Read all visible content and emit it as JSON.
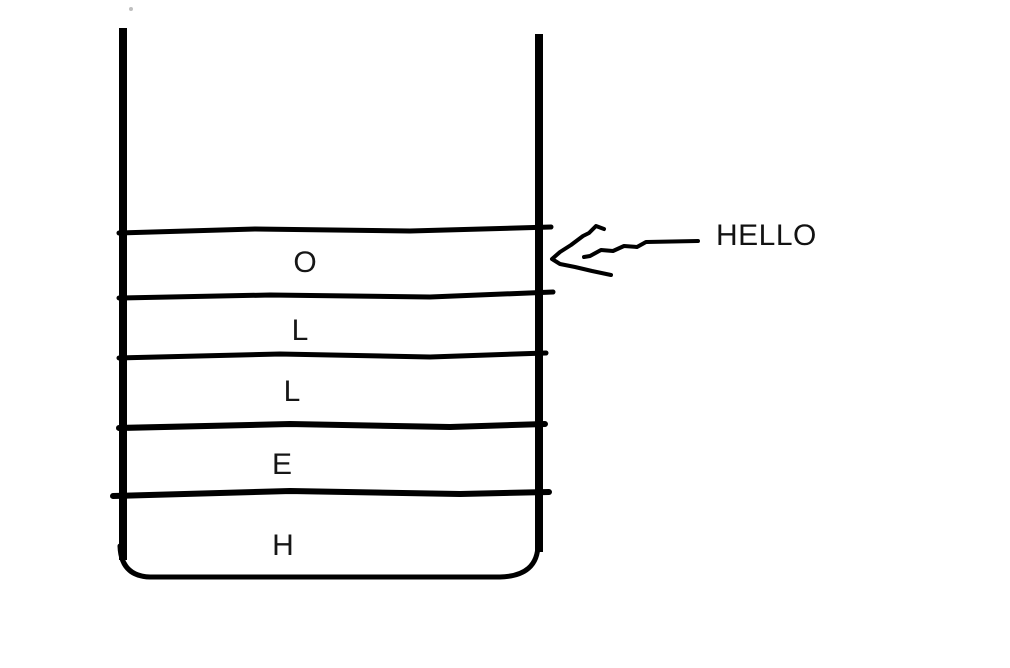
{
  "diagram": {
    "type": "stack",
    "cells": [
      "O",
      "L",
      "L",
      "E",
      "H"
    ],
    "annotation_label": "HELLO",
    "ink_color": "#000000",
    "background_color": "#ffffff"
  }
}
